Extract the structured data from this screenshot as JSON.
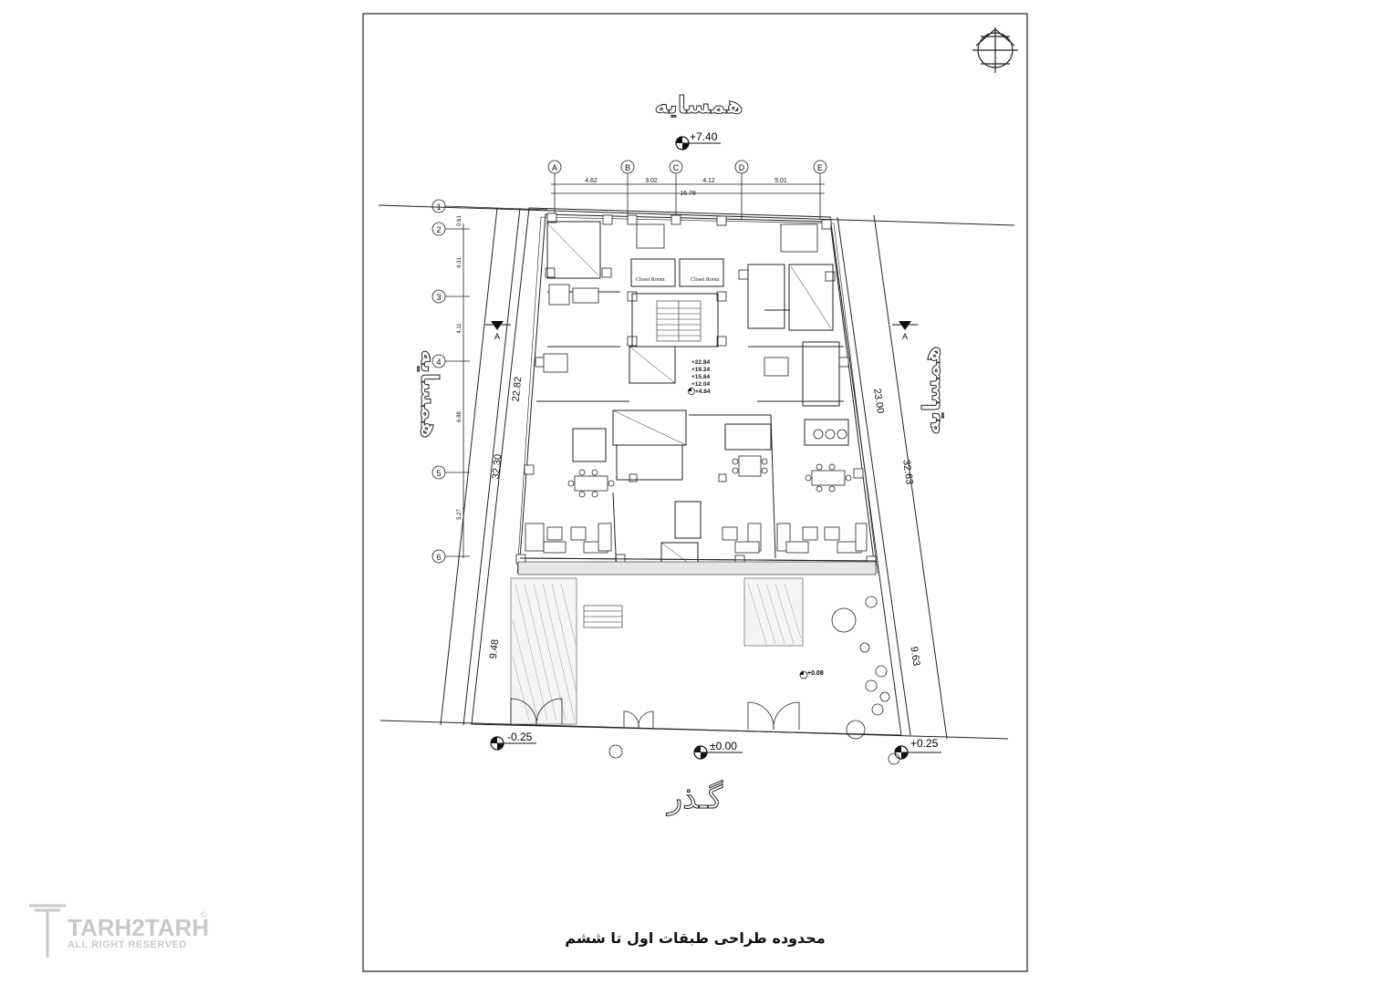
{
  "labels": {
    "neighbor_top": "همسایه",
    "neighbor_left": "همسایه",
    "neighbor_right": "همسایه",
    "street": "گـذر",
    "caption": "محدوده طراحی طبقات اول تا ششم",
    "section_left": "A",
    "section_right": "A"
  },
  "grid": {
    "columns": [
      "A",
      "B",
      "C",
      "D",
      "E"
    ],
    "rows": [
      "1",
      "2",
      "3",
      "4",
      "5",
      "6"
    ],
    "col_spacing": [
      "4.62",
      "3.02",
      "4.12",
      "5.01"
    ],
    "col_total": "16.78",
    "row_spacing": [
      "0.61",
      "4.31",
      "4.11",
      "6.88",
      "5.27"
    ]
  },
  "dimensions": {
    "left_outer": "32.30",
    "left_inner": "22.82",
    "left_yard": "9.48",
    "right_outer": "32.63",
    "right_inner": "23.00",
    "right_yard": "9.63"
  },
  "levels": {
    "top": "+7.40",
    "bottom_left": "-0.25",
    "bottom_center": "±0.00",
    "bottom_right": "+0.25",
    "yard": "+0.08",
    "stair_stack": [
      "+22.84",
      "+19.24",
      "+15.64",
      "+12.04",
      "+4.84"
    ]
  },
  "rooms": {
    "closet_1": "Closet Room",
    "closet_2": "Closet Room"
  },
  "watermark": {
    "brand": "TARH2TARH",
    "rights": "ALL RIGHT RESERVED",
    "copyright": "©"
  }
}
